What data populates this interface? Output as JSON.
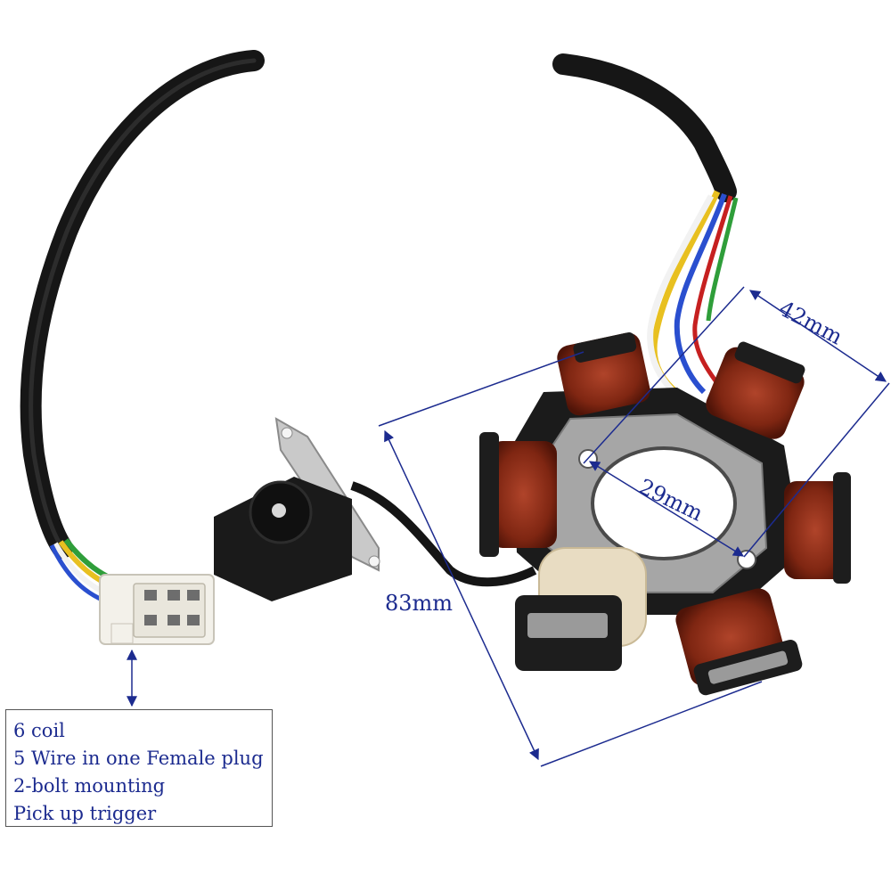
{
  "dimensions": {
    "width_label": "42mm",
    "inner_label": "29mm",
    "outer_label": "83mm"
  },
  "specs": {
    "lines": [
      "6 coil",
      "5 Wire in one Female plug",
      "2-bolt mounting",
      "Pick up trigger"
    ]
  },
  "colors": {
    "annotation": "#1c2b8f",
    "coil_copper": "#8a2a16",
    "cable_black": "#1a1a1a",
    "wire_yellow": "#e8c020",
    "wire_blue": "#2a4fcf",
    "wire_green": "#2f9e3a",
    "wire_red": "#c62020",
    "wire_white": "#f2f2f2"
  }
}
